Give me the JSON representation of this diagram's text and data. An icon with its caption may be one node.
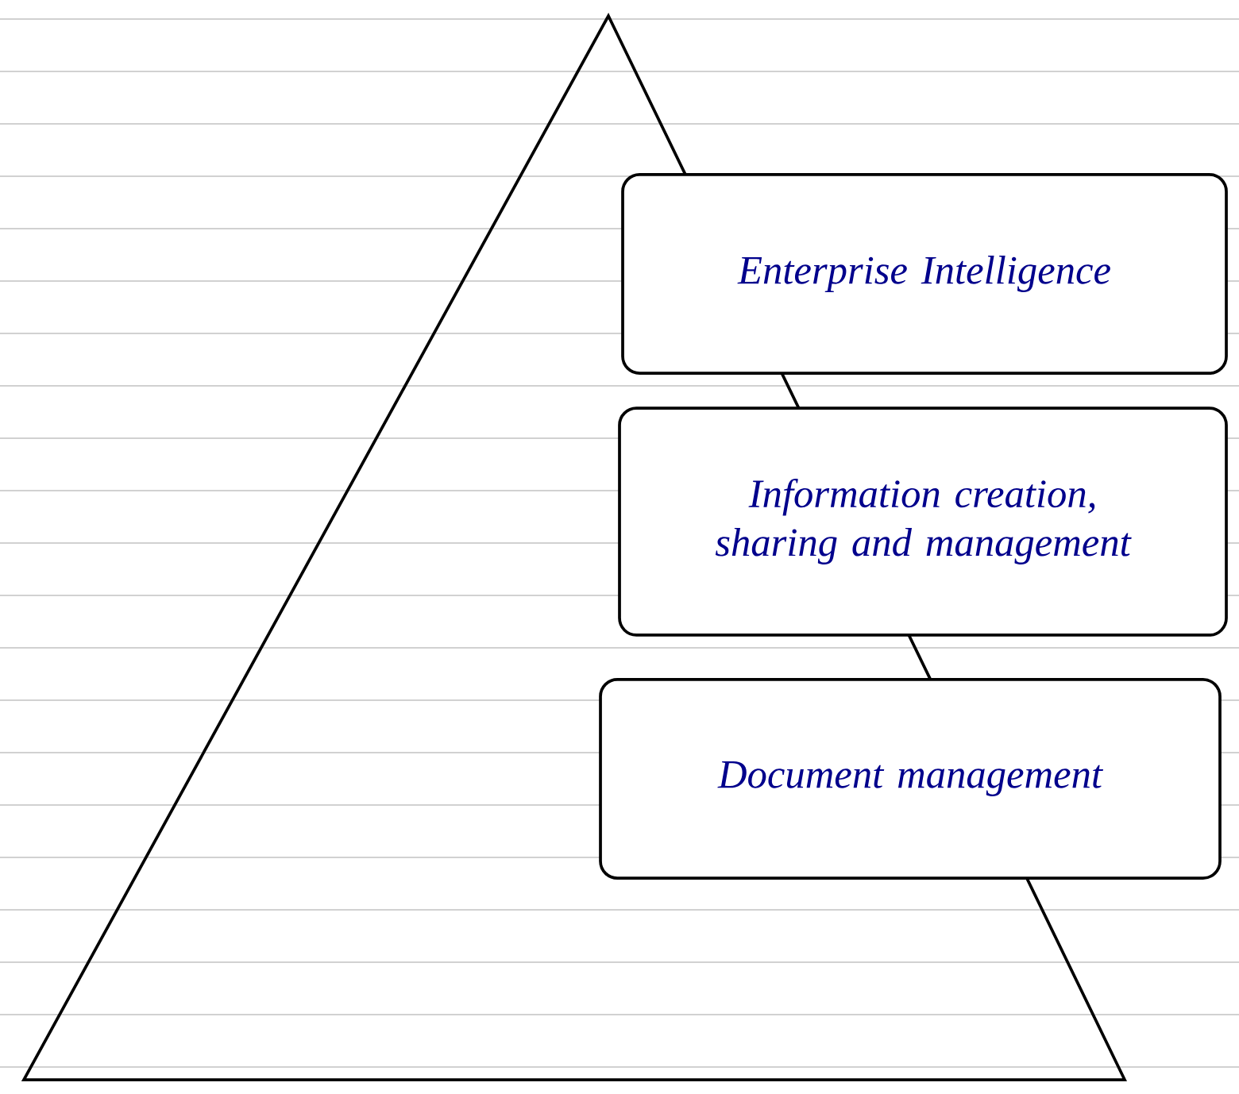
{
  "diagram": {
    "nodes": [
      {
        "text": [
          "Enterprise Intelligence"
        ]
      },
      {
        "text": [
          "Information creation, sharing and management"
        ]
      },
      {
        "text": [
          "Document management"
        ]
      }
    ]
  }
}
